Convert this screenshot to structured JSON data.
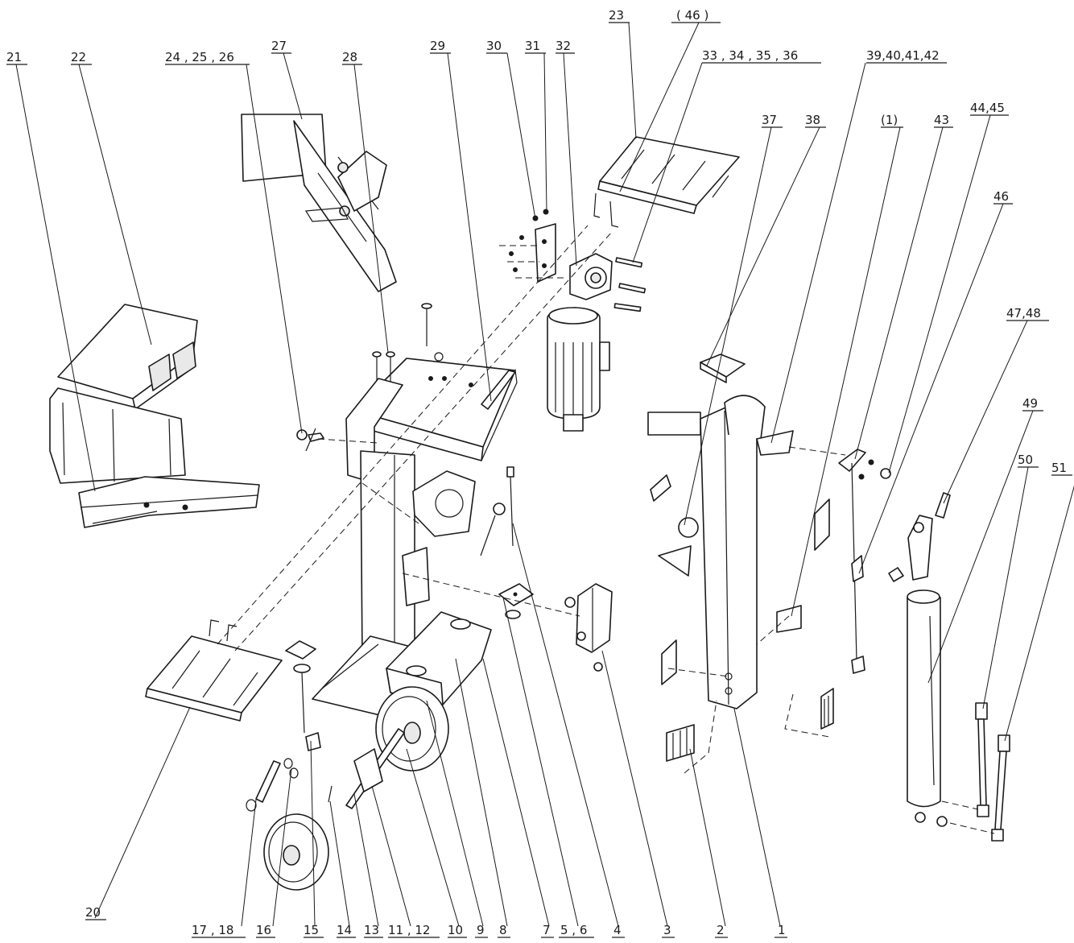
{
  "labels": {
    "21": "21",
    "22": "22",
    "24_25_26": "24 , 25 , 26",
    "27": "27",
    "28": "28",
    "29": "29",
    "30": "30",
    "31": "31",
    "32": "32",
    "23": "23",
    "46_paren": "( 46 )",
    "33_36": "33 , 34 , 35 , 36",
    "39_42": "39,40,41,42",
    "37": "37",
    "38": "38",
    "1_paren": "(1)",
    "43": "43",
    "44_45": "44,45",
    "46": "46",
    "47_48": "47,48",
    "49": "49",
    "50": "50",
    "51": "51",
    "20": "20",
    "17_18": "17 , 18",
    "16": "16",
    "15": "15",
    "14": "14",
    "13": "13",
    "11_12": "11 , 12",
    "10": "10",
    "9": "9",
    "8": "8",
    "7": "7",
    "5_6": "5 , 6",
    "4": "4",
    "3": "3",
    "2": "2",
    "1": "1"
  },
  "colors": {
    "ink": "#1a1a1a",
    "paper": "#ffffff",
    "shade": "#e9e9e9"
  }
}
